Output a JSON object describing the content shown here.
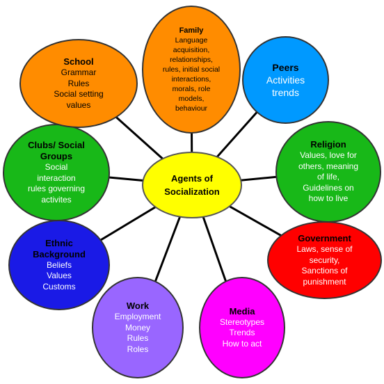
{
  "center": {
    "title_lines": [
      "Agents of",
      "Socialization"
    ],
    "color": "#FFFF00"
  },
  "nodes": [
    {
      "id": "family",
      "title": "Family",
      "color": "#FF8C00",
      "text_color": "#000000",
      "lines": [
        "Language",
        "acquisition,",
        "relationships,",
        "rules, initial social",
        "interactions,",
        "morals,  role",
        "models,",
        "behaviour"
      ]
    },
    {
      "id": "peers",
      "title": "Peers",
      "color": "#0099FF",
      "text_color": "#ffffff",
      "lines": [
        "Activities",
        "trends"
      ]
    },
    {
      "id": "religion",
      "title": "Religion",
      "color": "#18B818",
      "text_color": "#ffffff",
      "lines": [
        "Values, love for",
        "others, meaning",
        "of life,",
        "Guidelines on",
        "how to live"
      ]
    },
    {
      "id": "government",
      "title": "Government",
      "color": "#FF0000",
      "text_color": "#ffffff",
      "lines": [
        "Laws, sense of",
        "security,",
        "Sanctions of",
        "punishment"
      ]
    },
    {
      "id": "media",
      "title": "Media",
      "color": "#FF00FF",
      "text_color": "#ffffff",
      "lines": [
        "Stereotypes",
        "Trends",
        "How to act"
      ]
    },
    {
      "id": "work",
      "title": "Work",
      "color": "#9966FF",
      "text_color": "#ffffff",
      "lines": [
        "Employment",
        "Money",
        "Rules",
        "Roles"
      ]
    },
    {
      "id": "ethnic-background",
      "title": "Ethnic Background",
      "title_lines": [
        "Ethnic",
        "Background"
      ],
      "color": "#1A1AE6",
      "text_color": "#ffffff",
      "lines": [
        "Beliefs",
        "Values",
        "Customs"
      ]
    },
    {
      "id": "clubs-groups",
      "title": "Clubs/ Social Groups",
      "title_lines": [
        "Clubs/ Social",
        "Groups"
      ],
      "color": "#18B818",
      "text_color": "#ffffff",
      "lines": [
        "Social",
        "interaction",
        "rules governing",
        "activites"
      ]
    },
    {
      "id": "school",
      "title": "School",
      "color": "#FF8C00",
      "text_color": "#000000",
      "lines": [
        "Grammar",
        "Rules",
        "Social setting",
        "values"
      ]
    }
  ]
}
